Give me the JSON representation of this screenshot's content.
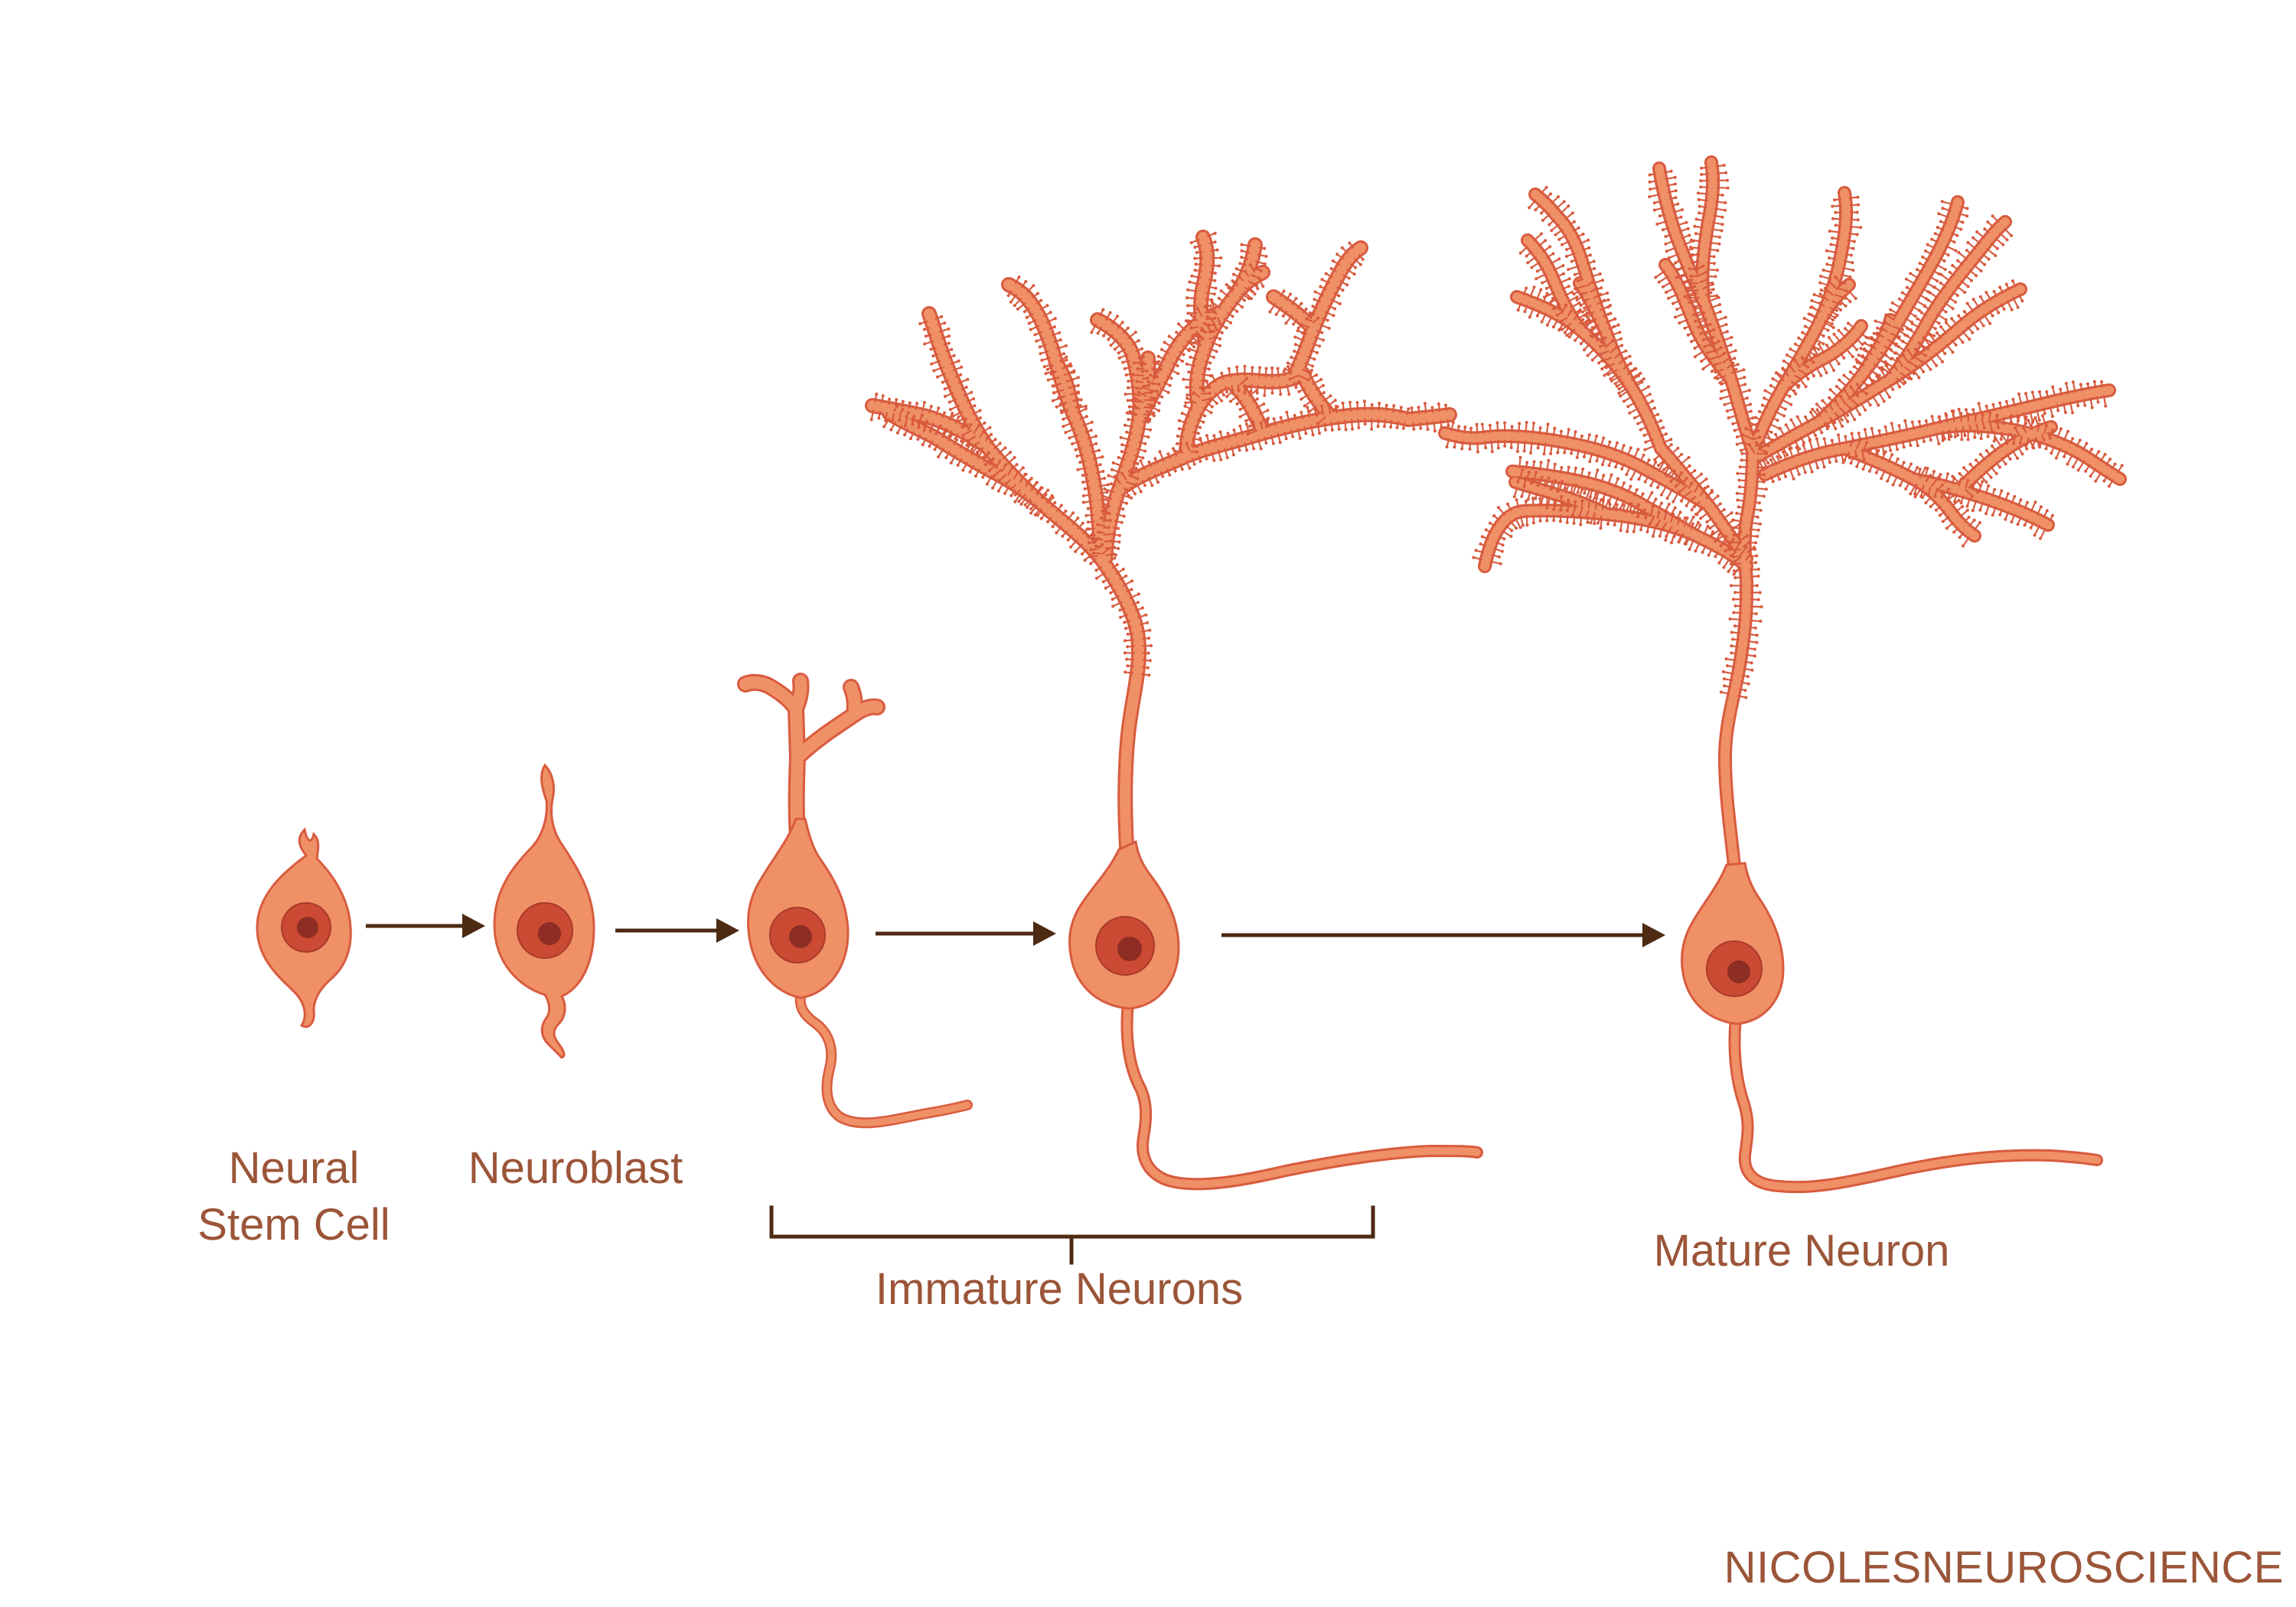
{
  "labels": {
    "neural_stem_cell_line1": "Neural",
    "neural_stem_cell_line2": "Stem Cell",
    "neuroblast": "Neuroblast",
    "immature_neurons": "Immature Neurons",
    "mature_neuron": "Mature Neuron"
  },
  "watermark": "NICOLESNEUROSCIENCE",
  "colors": {
    "cell_body": "#ef9067",
    "cell_outline": "#d85b3f",
    "nucleus": "#cb4a33",
    "nucleolus": "#8d2d23",
    "arrows": "#4d2a12",
    "text": "#9b5538"
  },
  "stages": [
    "Neural Stem Cell",
    "Neuroblast",
    "Immature Neurons",
    "Immature Neurons",
    "Mature Neuron"
  ]
}
